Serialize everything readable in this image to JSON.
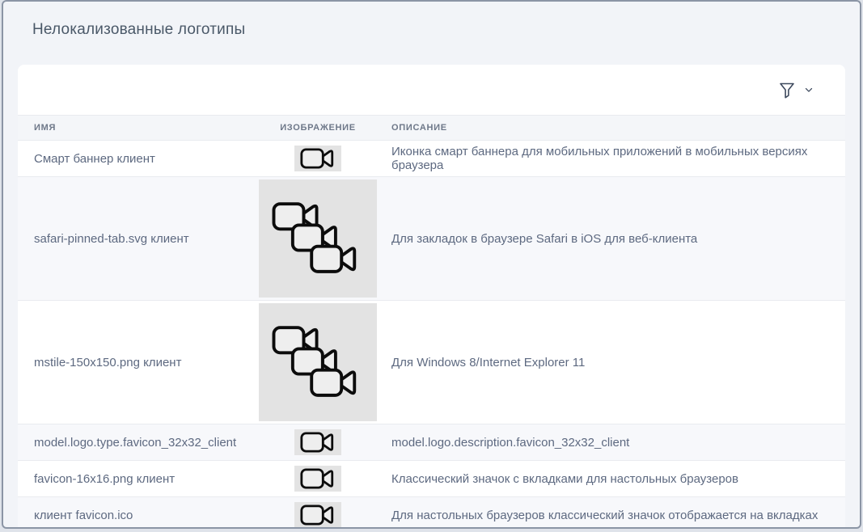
{
  "page": {
    "title": "Нелокализованные логотипы"
  },
  "toolbar": {
    "filter_icon": "funnel-icon",
    "expand_icon": "chevron-down-icon"
  },
  "table": {
    "columns": [
      "ИМЯ",
      "ИЗОБРАЖЕНИЕ",
      "ОПИСАНИЕ"
    ],
    "rows": [
      {
        "name": "Смарт баннер клиент",
        "image": "video-camera-placeholder-small",
        "description": "Иконка смарт баннера для мобильных приложений в мобильных версиях браузера"
      },
      {
        "name": "safari-pinned-tab.svg клиент",
        "image": "video-camera-placeholder-large",
        "description": "Для закладок в браузере Safari в iOS для веб-клиента"
      },
      {
        "name": "mstile-150x150.png клиент",
        "image": "video-camera-placeholder-large",
        "description": "Для Windows 8/Internet Explorer 11"
      },
      {
        "name": "model.logo.type.favicon_32x32_client",
        "image": "video-camera-placeholder-small",
        "description": "model.logo.description.favicon_32x32_client"
      },
      {
        "name": "favicon-16x16.png клиент",
        "image": "video-camera-placeholder-small",
        "description": "Классический значок с вкладками для настольных браузеров"
      },
      {
        "name": "клиент favicon.ico",
        "image": "video-camera-placeholder-small",
        "description": "Для настольных браузеров классический значок отображается на вкладках"
      }
    ]
  },
  "colors": {
    "page_background": "#f2f4f8",
    "frame_border": "#8b95a5",
    "card_background": "#ffffff",
    "header_row_background": "#f4f6f9",
    "stripe_row_background": "#f7f8fb",
    "text_primary": "#5d6980",
    "text_header": "#6e7889",
    "title": "#4a5868",
    "icon_stroke": "#3e4a5e",
    "placeholder_background": "#e3e3e3",
    "placeholder_glyph": "#0c0c0c"
  }
}
